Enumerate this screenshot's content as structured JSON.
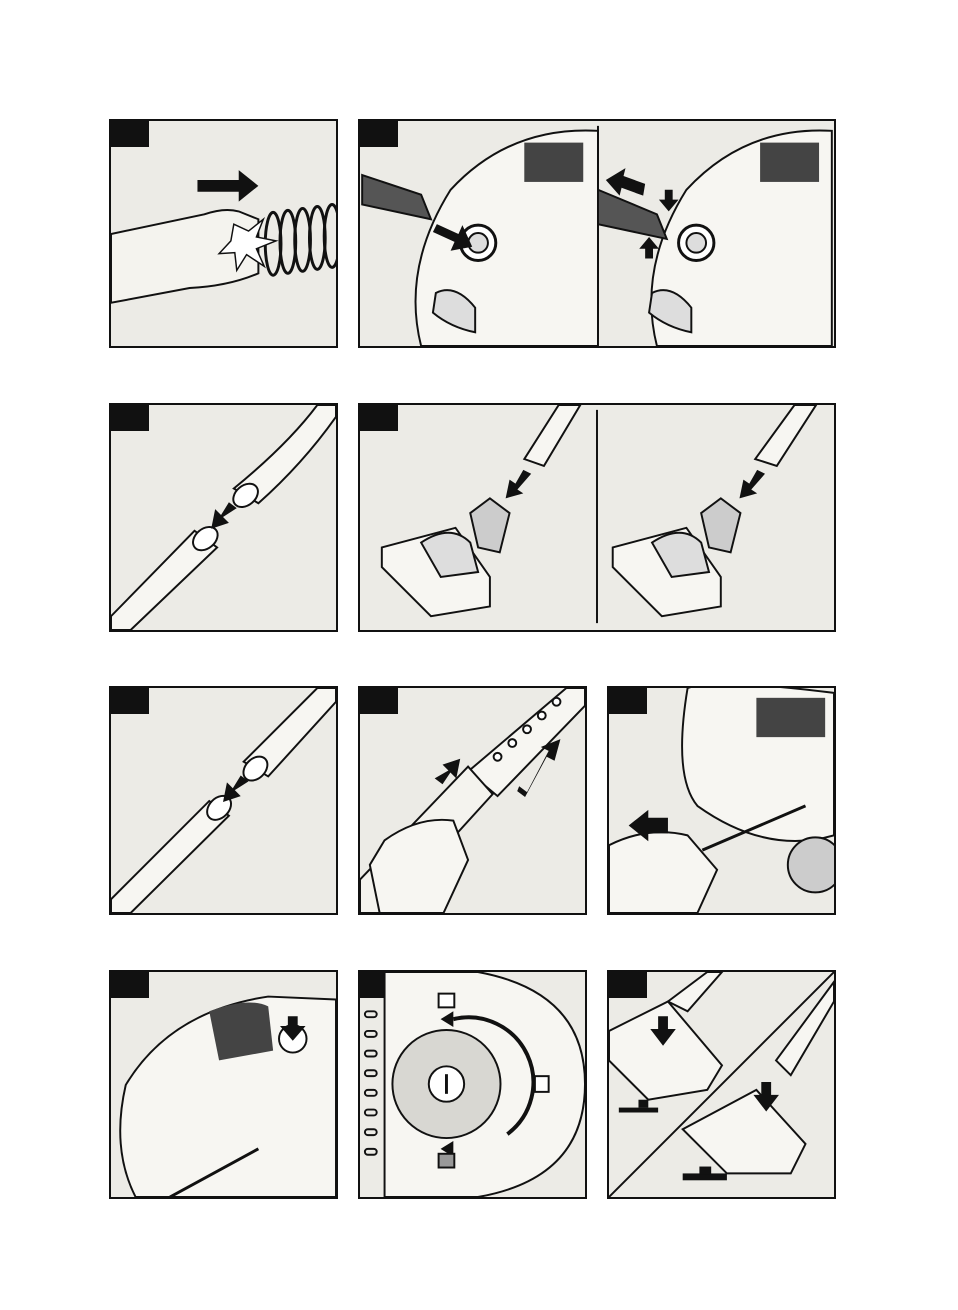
{
  "page": {
    "panels": [
      {
        "id": "p1",
        "tab": ""
      },
      {
        "id": "p2",
        "tab": ""
      },
      {
        "id": "p3",
        "tab": ""
      },
      {
        "id": "p4",
        "tab": ""
      },
      {
        "id": "p5",
        "tab": ""
      },
      {
        "id": "p6",
        "tab": ""
      },
      {
        "id": "p7",
        "tab": ""
      },
      {
        "id": "p8",
        "tab": ""
      },
      {
        "id": "p9",
        "tab": ""
      },
      {
        "id": "p10",
        "tab": ""
      }
    ]
  }
}
